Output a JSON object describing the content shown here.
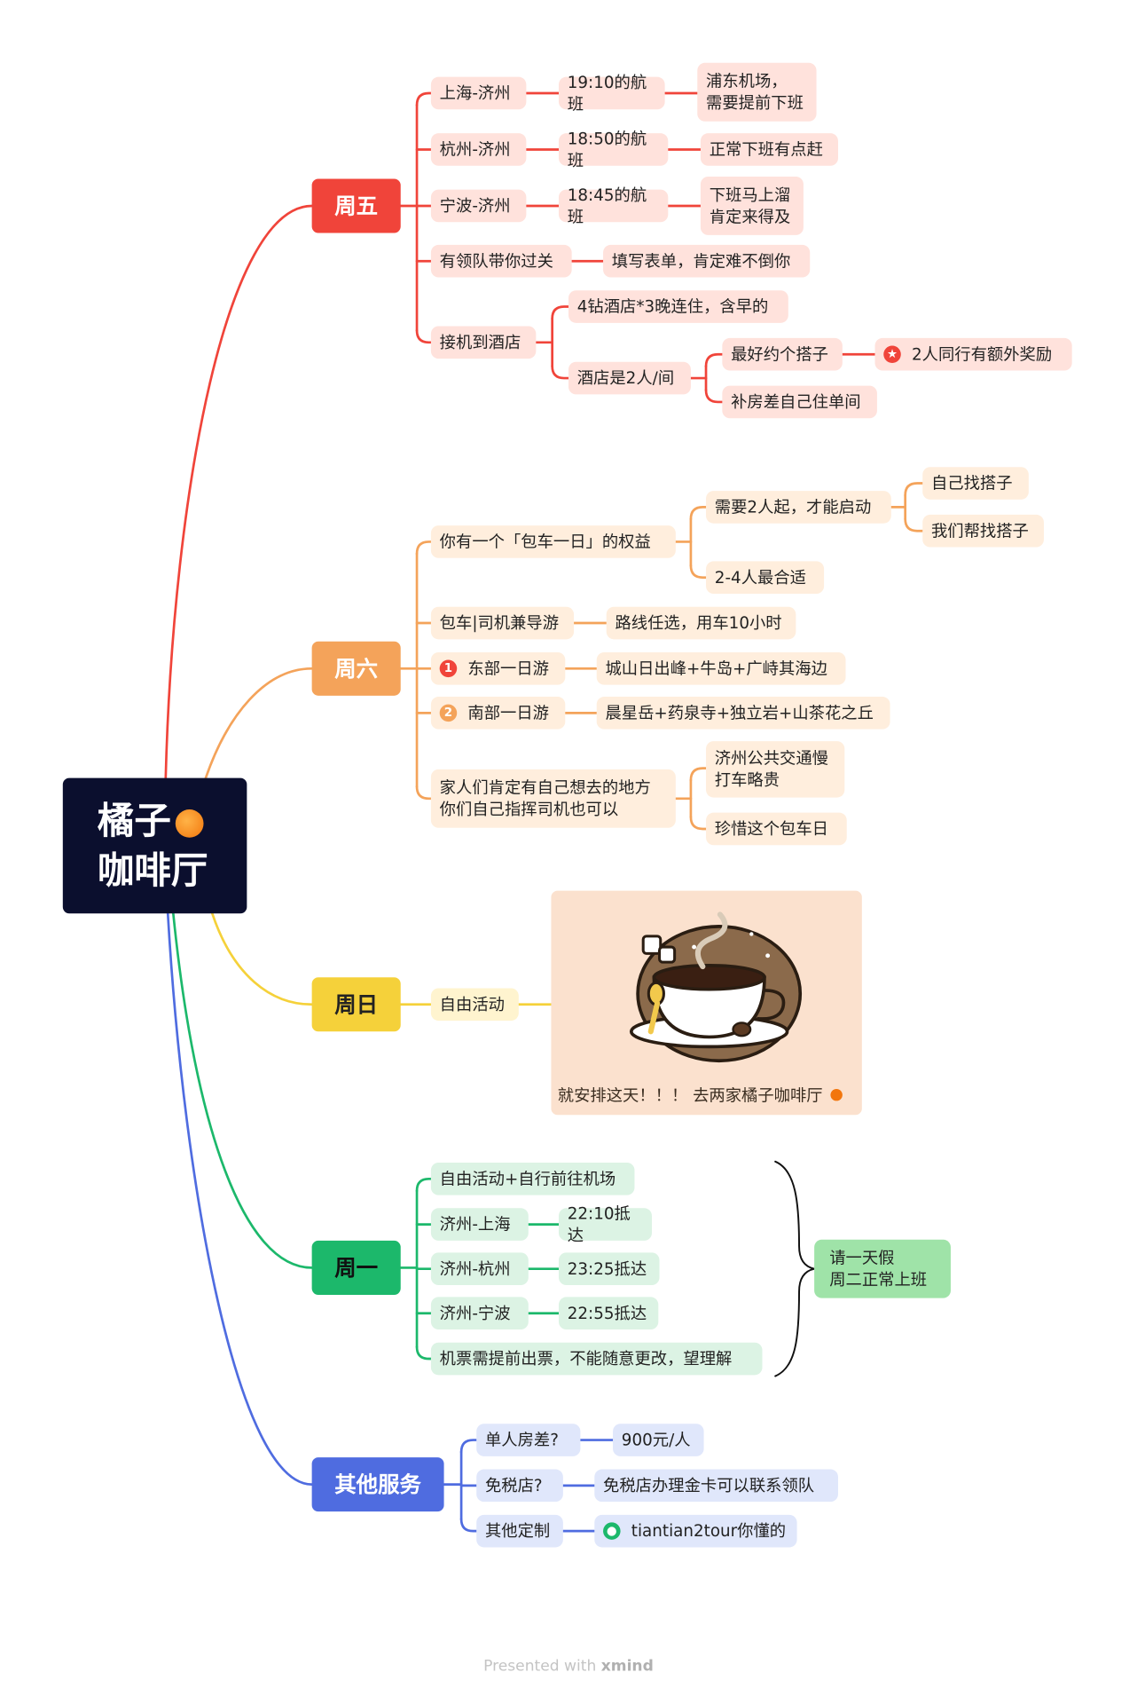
{
  "root": {
    "line1": "橘子",
    "line2": "咖啡厅"
  },
  "colors": {
    "fri": "#f0443a",
    "sat": "#f4a35a",
    "sun": "#f5d13a",
    "mon": "#1cb86b",
    "oth": "#4f6ce0",
    "root": "#0b0f2e"
  },
  "branches": {
    "fri": {
      "label": "周五",
      "items": [
        {
          "route": "上海-济州",
          "flight": "19:10的航班",
          "note": "浦东机场，\n需要提前下班"
        },
        {
          "route": "杭州-济州",
          "flight": "18:50的航班",
          "note": "正常下班有点赶"
        },
        {
          "route": "宁波-济州",
          "flight": "18:45的航班",
          "note": "下班马上溜\n肯定来得及"
        }
      ],
      "guide": {
        "label": "有领队带你过关",
        "note": "填写表单，肯定难不倒你"
      },
      "hotel": {
        "label": "接机到酒店",
        "stay": "4钻酒店*3晚连住，含早的",
        "room": "酒店是2人/间",
        "partner": "最好约个搭子",
        "bonus": "2人同行有额外奖励",
        "single": "补房差自己住单间"
      }
    },
    "sat": {
      "label": "周六",
      "charter": {
        "label": "你有一个「包车一日」的权益",
        "start": "需要2人起，才能启动",
        "self": "自己找搭子",
        "help": "我们帮找搭子",
        "best": "2-4人最合适"
      },
      "driver": {
        "label": "包车|司机兼导游",
        "note": "路线任选，用车10小时"
      },
      "east": {
        "num": "1",
        "label": "东部一日游",
        "note": "城山日出峰+牛岛+广峙其海边"
      },
      "south": {
        "num": "2",
        "label": "南部一日游",
        "note": "晨星岳+药泉寺+独立岩+山茶花之丘"
      },
      "family": {
        "label": "家人们肯定有自己想去的地方\n你们自己指挥司机也可以",
        "bus": "济州公共交通慢\n打车略贵",
        "cherish": "珍惜这个包车日"
      }
    },
    "sun": {
      "label": "周日",
      "free": "自由活动",
      "caption": "就安排这天！！！ 去两家橘子咖啡厅"
    },
    "mon": {
      "label": "周一",
      "free": "自由活动+自行前往机场",
      "items": [
        {
          "route": "济州-上海",
          "arrive": "22:10抵达"
        },
        {
          "route": "济州-杭州",
          "arrive": "23:25抵达"
        },
        {
          "route": "济州-宁波",
          "arrive": "22:55抵达"
        }
      ],
      "ticket": "机票需提前出票，不能随意更改，望理解",
      "leave": "请一天假\n周二正常上班"
    },
    "oth": {
      "label": "其他服务",
      "single": {
        "q": "单人房差?",
        "a": "900元/人"
      },
      "dutyfree": {
        "q": "免税店?",
        "a": "免税店办理金卡可以联系领队"
      },
      "custom": {
        "q": "其他定制",
        "a": "tiantian2tour你懂的"
      }
    }
  },
  "footer": {
    "prefix": "Presented with",
    "brand": "xmind"
  }
}
